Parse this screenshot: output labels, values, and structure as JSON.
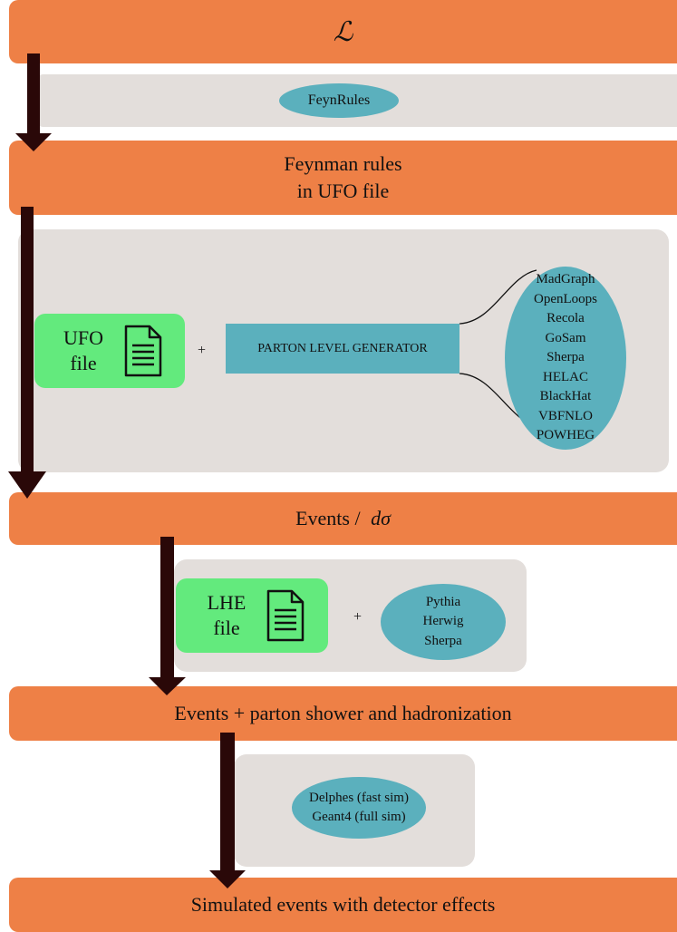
{
  "colors": {
    "stage": "#ee8046",
    "panel": "#e3dedb",
    "tool": "#5bb0bd",
    "file": "#63ea7d",
    "arrow": "#2a0808"
  },
  "stages": {
    "lagrangian": "ℒ",
    "feynman_rules": [
      "Feynman rules",
      "in UFO file"
    ],
    "events_prefix": "Events / ",
    "events_symbol": "dσ",
    "shower": "Events + parton shower and hadronization",
    "detector": "Simulated events with detector effects"
  },
  "step1": {
    "tool": "FeynRules"
  },
  "step2": {
    "file_label": [
      "UFO",
      "file"
    ],
    "file_icon": "document-icon",
    "plus": "+",
    "generator": "PARTON LEVEL GENERATOR",
    "programs": [
      "MadGraph",
      "OpenLoops",
      "Recola",
      "GoSam",
      "Sherpa",
      "HELAC",
      "BlackHat",
      "VBFNLO",
      "POWHEG"
    ]
  },
  "step3": {
    "file_label": [
      "LHE",
      "file"
    ],
    "file_icon": "document-icon",
    "plus": "+",
    "programs": [
      "Pythia",
      "Herwig",
      "Sherpa"
    ]
  },
  "step4": {
    "programs": [
      "Delphes (fast sim)",
      "Geant4 (full sim)"
    ]
  }
}
